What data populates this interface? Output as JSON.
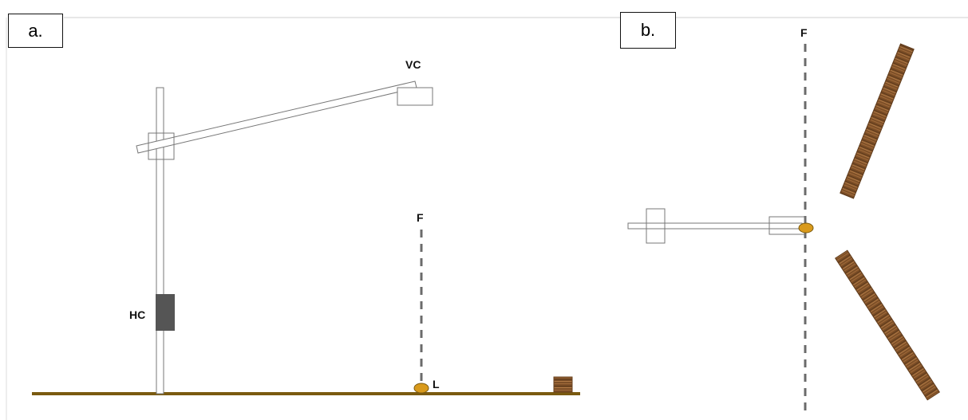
{
  "panels": {
    "a": {
      "tag": "a."
    },
    "b": {
      "tag": "b."
    }
  },
  "labels": {
    "vc": "VC",
    "hc": "HC",
    "f_a": "F",
    "l": "L",
    "f_b": "F"
  },
  "colors": {
    "ground": "#7a5a10",
    "lure": "#d99a1c",
    "camera_housing": "#555555",
    "dashed_line": "#6b6b6b",
    "wood": "#8a5a2e"
  }
}
